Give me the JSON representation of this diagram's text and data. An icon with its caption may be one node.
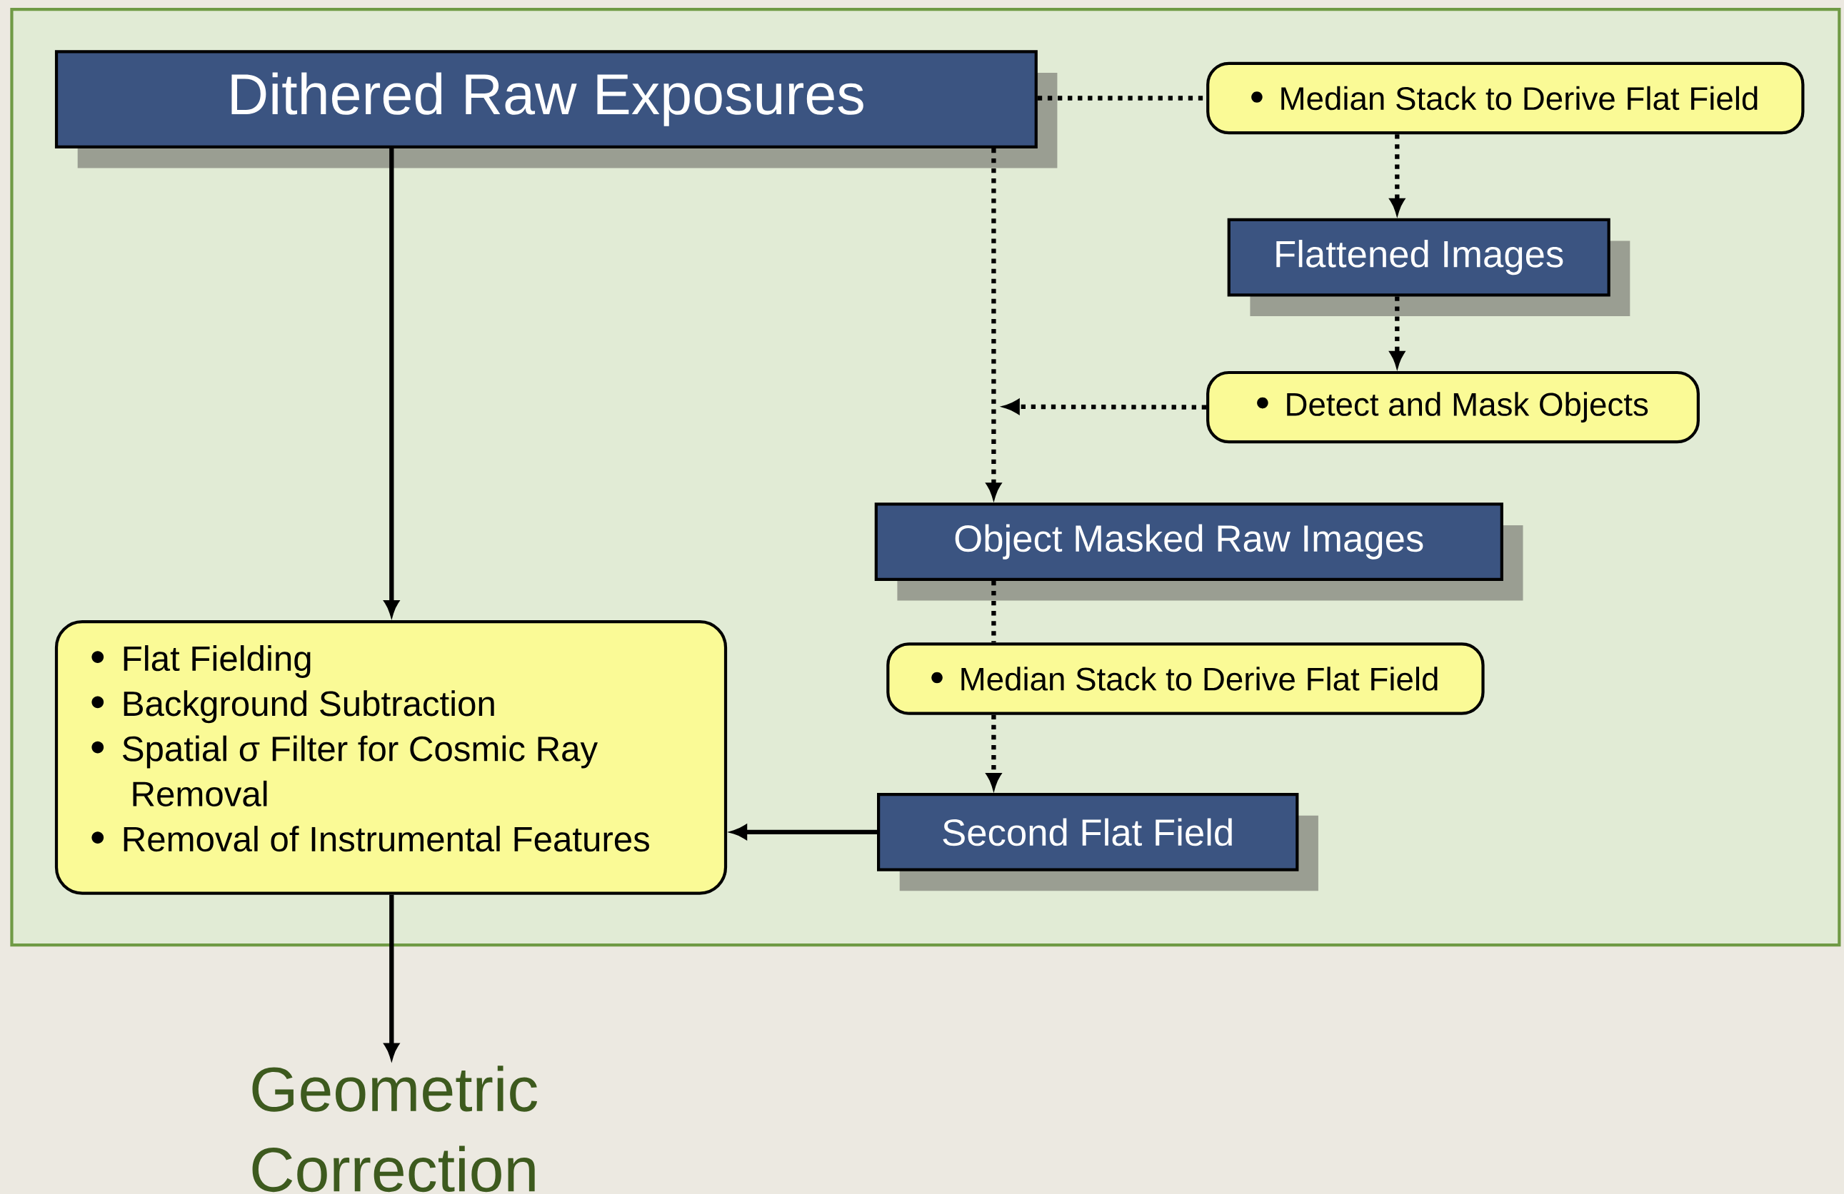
{
  "diagram": {
    "nodes": [
      {
        "text": [],
        "shape": "box"
      },
      {
        "text": [
          "Dithered Raw Exposures"
        ],
        "in": 0
      },
      {
        "text": [
          "Median Stack to Derive Flat Field"
        ],
        "in": 0
      },
      {
        "text": [
          "Flattened Images"
        ],
        "in": 0
      },
      {
        "text": [
          "Detect and Mask Objects"
        ],
        "in": 0
      },
      {
        "text": [
          "Object Masked Raw Images"
        ],
        "in": 0
      },
      {
        "text": [
          "Median Stack to Derive Flat Field"
        ],
        "in": 0
      },
      {
        "text": [
          "Second Flat Field"
        ],
        "in": 0
      },
      {
        "text": [
          "Flat Fielding",
          "Background Subtraction",
          "Spatial σ Filter for Cosmic Ray Removal",
          "Removal of Instrumental Features"
        ],
        "in": 0
      },
      {
        "text": [
          "Geometric Correction"
        ]
      }
    ],
    "edges": [
      {
        "from": 1,
        "to": 2,
        "arrow": "none",
        "style": "dashed"
      },
      {
        "from": 2,
        "to": 3,
        "arrow": "to",
        "style": "dashed"
      },
      {
        "from": 3,
        "to": 4,
        "arrow": "to",
        "style": "dashed"
      },
      {
        "from": 4,
        "to": null,
        "arrow": "to",
        "style": "dashed"
      },
      {
        "from": 1,
        "to": 5,
        "arrow": "to",
        "style": "dashed"
      },
      {
        "from": 5,
        "to": 6,
        "arrow": "none",
        "style": "dashed"
      },
      {
        "from": 6,
        "to": 7,
        "arrow": "to",
        "style": "dashed"
      },
      {
        "from": 7,
        "to": 8,
        "arrow": "to"
      },
      {
        "from": 1,
        "to": 8,
        "arrow": "to"
      },
      {
        "from": 8,
        "to": 9,
        "arrow": "to"
      }
    ]
  }
}
